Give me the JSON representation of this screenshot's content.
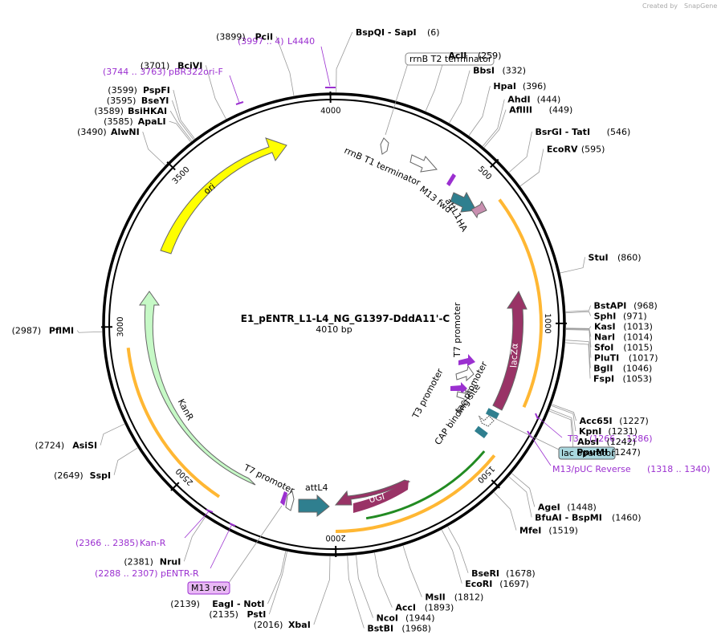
{
  "plasmid": {
    "name": "E1_pENTR_L1-L4_NG_G1397-DddA11'-C",
    "size_text": "4010 bp",
    "length": 4010
  },
  "credit": {
    "created_by": "Created by",
    "brand": "SnapGene"
  },
  "ticks": [
    {
      "label": "500",
      "pos": 500
    },
    {
      "label": "1000",
      "pos": 1000
    },
    {
      "label": "1500",
      "pos": 1500
    },
    {
      "label": "2000",
      "pos": 2000
    },
    {
      "label": "2500",
      "pos": 2500
    },
    {
      "label": "3000",
      "pos": 3000
    },
    {
      "label": "3500",
      "pos": 3500
    },
    {
      "label": "4000",
      "pos": 4000
    }
  ],
  "enzymes": [
    {
      "name": "BspQI",
      "extra": " - SapI",
      "pos_text": "(6)",
      "pos": 6
    },
    {
      "name": "AclI",
      "pos_text": "(259)",
      "pos": 259
    },
    {
      "name": "BbsI",
      "pos_text": "(332)",
      "pos": 332
    },
    {
      "name": "HpaI",
      "pos_text": "(396)",
      "pos": 396
    },
    {
      "name": "AhdI",
      "pos_text": "(444)",
      "pos": 444
    },
    {
      "name": "AflIII",
      "pos_text": "(449)",
      "pos": 449
    },
    {
      "name": "BsrGI",
      "extra": " - TatI",
      "pos_text": "(546)",
      "pos": 546
    },
    {
      "name": "EcoRV",
      "pos_text": "(595)",
      "pos": 595
    },
    {
      "name": "StuI",
      "pos_text": "(860)",
      "pos": 860
    },
    {
      "name": "BstAPI",
      "pos_text": "(968)",
      "pos": 968
    },
    {
      "name": "SphI",
      "pos_text": "(971)",
      "pos": 971
    },
    {
      "name": "KasI",
      "pos_text": "(1013)",
      "pos": 1013
    },
    {
      "name": "NarI",
      "pos_text": "(1014)",
      "pos": 1014
    },
    {
      "name": "SfoI",
      "pos_text": "(1015)",
      "pos": 1015
    },
    {
      "name": "PluTI",
      "pos_text": "(1017)",
      "pos": 1017
    },
    {
      "name": "BglI",
      "pos_text": "(1046)",
      "pos": 1046
    },
    {
      "name": "FspI",
      "pos_text": "(1053)",
      "pos": 1053
    },
    {
      "name": "Acc65I",
      "pos_text": "(1227)",
      "pos": 1227
    },
    {
      "name": "KpnI",
      "pos_text": "(1231)",
      "pos": 1231
    },
    {
      "name": "AbsI",
      "pos_text": "(1242)",
      "pos": 1242
    },
    {
      "name": "PpuMI",
      "pos_text": "(1247)",
      "pos": 1247
    },
    {
      "name": "AgeI",
      "pos_text": "(1448)",
      "pos": 1448
    },
    {
      "name": "BfuAI",
      "extra": " - BspMI",
      "pos_text": "(1460)",
      "pos": 1460
    },
    {
      "name": "MfeI",
      "pos_text": "(1519)",
      "pos": 1519
    },
    {
      "name": "BseRI",
      "pos_text": "(1678)",
      "pos": 1678
    },
    {
      "name": "EcoRI",
      "pos_text": "(1697)",
      "pos": 1697
    },
    {
      "name": "MslI",
      "pos_text": "(1812)",
      "pos": 1812
    },
    {
      "name": "AccI",
      "pos_text": "(1893)",
      "pos": 1893
    },
    {
      "name": "NcoI",
      "pos_text": "(1944)",
      "pos": 1944
    },
    {
      "name": "BstBI",
      "pos_text": "(1968)",
      "pos": 1968
    },
    {
      "name": "XbaI",
      "pos_text": "(2016)",
      "pos": 2016
    },
    {
      "name": "PstI",
      "pos_text": "(2135)",
      "pos": 2135
    },
    {
      "name": "EagI",
      "extra": " - NotI",
      "pos_text": "(2139)",
      "pos": 2139
    },
    {
      "name": "NruI",
      "pos_text": "(2381)",
      "pos": 2381
    },
    {
      "name": "SspI",
      "pos_text": "(2649)",
      "pos": 2649
    },
    {
      "name": "AsiSI",
      "pos_text": "(2724)",
      "pos": 2724
    },
    {
      "name": "PflMI",
      "pos_text": "(2987)",
      "pos": 2987
    },
    {
      "name": "AlwNI",
      "pos_text": "(3490)",
      "pos": 3490
    },
    {
      "name": "ApaLI",
      "pos_text": "(3585)",
      "pos": 3585
    },
    {
      "name": "BsiHKAI",
      "pos_text": "(3589)",
      "pos": 3589
    },
    {
      "name": "BseYI",
      "pos_text": "(3595)",
      "pos": 3595
    },
    {
      "name": "PspFI",
      "pos_text": "(3599)",
      "pos": 3599
    },
    {
      "name": "BciVI",
      "pos_text": "(3701)",
      "pos": 3701
    },
    {
      "name": "PciI",
      "pos_text": "(3899)",
      "pos": 3899
    }
  ],
  "primers": [
    {
      "name": "L4440",
      "range": "(3997 .. 4)"
    },
    {
      "name": "pBR322ori-F",
      "range": "(3744 .. 3763)"
    },
    {
      "name": "T3",
      "range": "(1266 .. 1286)"
    },
    {
      "name": "M13/pUC Reverse",
      "range": "(1318 .. 1340)"
    },
    {
      "name": "Kan-R",
      "range": "(2366 .. 2385)"
    },
    {
      "name": "pENTR-R",
      "range": "(2288 .. 2307)"
    }
  ],
  "features": {
    "ori": "ori",
    "kanr": "KanR",
    "lacz": "lacZα",
    "ugi": "UGI",
    "attl1": "attL1",
    "attl4": "attL4",
    "ha": "HA",
    "m13fwd": "M13 fwd",
    "rrnb_t1": "rrnB T1 terminator",
    "rrnb_t2": "rrnB T2 terminator",
    "t7_promoter_1": "T7 promoter",
    "t7_promoter_2": "T7 promoter",
    "t3_promoter": "T3 promoter",
    "lac_promoter": "lac promoter",
    "cap_site": "CAP binding site",
    "lac_operator": "lac operator",
    "m13_rev": "M13 rev"
  },
  "colors": {
    "backbone": "#000000",
    "ori": "#ffff00",
    "kanr": "#c6f9c6",
    "lacz": "#993366",
    "ugi": "#993366",
    "att": "#2f7f8f",
    "primer": "#9b30d0",
    "orange": "#ffa500",
    "green": "#228b22",
    "ha": "#c98fb0"
  }
}
